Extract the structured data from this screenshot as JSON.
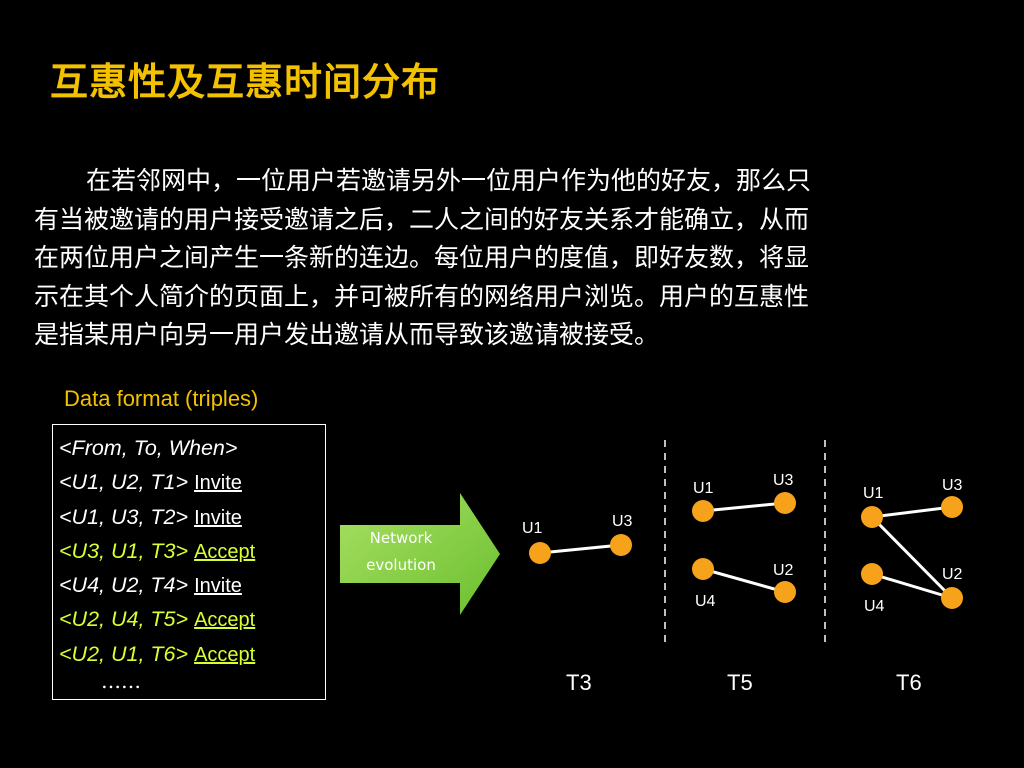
{
  "slide": {
    "title": "互惠性及互惠时间分布",
    "paragraph_lines": [
      "在若邻网中，一位用户若邀请另外一位用户作为他的好友，那么只",
      "有当被邀请的用户接受邀请之后，二人之间的好友关系才能确立，从而",
      "在两位用户之间产生一条新的连边。每位用户的度值，即好友数，将显",
      "示在其个人简介的页面上，并可被所有的网络用户浏览。用户的互惠性",
      "是指某用户向另一用户发出邀请从而导致该邀请被接受。"
    ]
  },
  "data_format": {
    "label": "Data format (triples)",
    "header": "<From, To, When>",
    "rows": [
      {
        "triple": "<U1, U2, T1>",
        "action": "Invite"
      },
      {
        "triple": "<U1, U3, T2>",
        "action": "Invite"
      },
      {
        "triple": "<U3, U1, T3>",
        "action": "Accept"
      },
      {
        "triple": "<U4, U2, T4>",
        "action": "Invite"
      },
      {
        "triple": "<U2, U4, T5>",
        "action": "Accept"
      },
      {
        "triple": "<U2, U1, T6>",
        "action": "Accept"
      }
    ],
    "ellipsis": "……"
  },
  "arrow": {
    "text_line1": "Network",
    "text_line2": "evolution",
    "color": "#8fd14f"
  },
  "network": {
    "node_color": "#f7a21b",
    "times": [
      "T3",
      "T5",
      "T6"
    ],
    "node_labels": {
      "t3": [
        "U1",
        "U3"
      ],
      "t5": [
        "U1",
        "U3",
        "U4",
        "U2"
      ],
      "t6": [
        "U1",
        "U3",
        "U4",
        "U2"
      ]
    }
  }
}
